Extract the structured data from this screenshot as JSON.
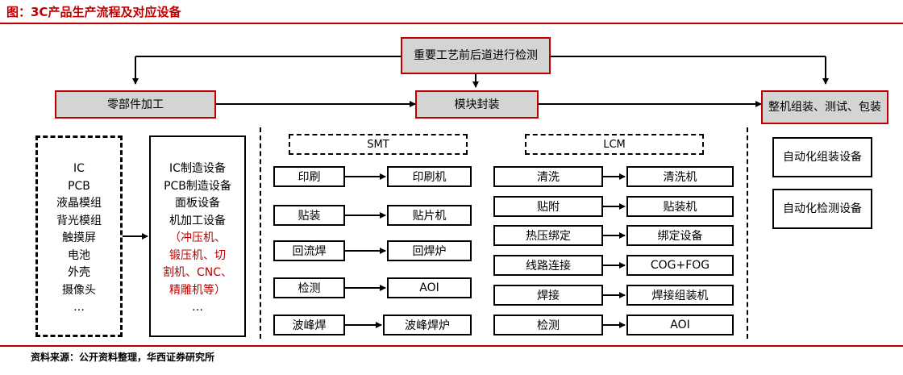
{
  "header": {
    "title": "图：3C产品生产流程及对应设备"
  },
  "footer": {
    "source": "资料来源：公开资料整理，华西证券研究所"
  },
  "top": {
    "inspection": "重要工艺前后道进行检测"
  },
  "stages": {
    "parts": "零部件加工",
    "module": "模块封装",
    "assembly": "整机组装、测试、包装"
  },
  "parts_column": {
    "items": [
      "IC",
      "PCB",
      "液晶模组",
      "背光模组",
      "触摸屏",
      "电池",
      "外壳",
      "摄像头",
      "…"
    ]
  },
  "equipment_column": {
    "items": [
      "IC制造设备",
      "PCB制造设备",
      "面板设备",
      "机加工设备"
    ],
    "red_items": [
      "（冲压机、",
      "锻压机、切",
      "割机、CNC、",
      "精雕机等）"
    ],
    "more": "…"
  },
  "smt": {
    "header": "SMT",
    "rows": [
      {
        "process": "印刷",
        "equipment": "印刷机"
      },
      {
        "process": "贴装",
        "equipment": "贴片机"
      },
      {
        "process": "回流焊",
        "equipment": "回焊炉"
      },
      {
        "process": "检测",
        "equipment": "AOI"
      },
      {
        "process": "波峰焊",
        "equipment": "波峰焊炉"
      }
    ]
  },
  "lcm": {
    "header": "LCM",
    "rows": [
      {
        "process": "清洗",
        "equipment": "清洗机"
      },
      {
        "process": "贴附",
        "equipment": "贴装机"
      },
      {
        "process": "热压绑定",
        "equipment": "绑定设备"
      },
      {
        "process": "线路连接",
        "equipment": "COG+FOG"
      },
      {
        "process": "焊接",
        "equipment": "焊接组装机"
      },
      {
        "process": "检测",
        "equipment": "AOI"
      }
    ]
  },
  "assembly_equipment": [
    "自动化组装设备",
    "自动化检测设备"
  ]
}
